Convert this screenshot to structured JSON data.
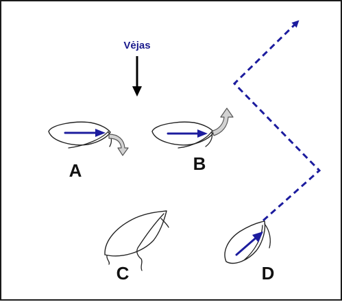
{
  "wind": {
    "label": "Vėjas",
    "arrow_icon": "down-arrow-icon"
  },
  "boats": [
    {
      "id": "A",
      "label": "A",
      "maneuver": "turn-right"
    },
    {
      "id": "B",
      "label": "B",
      "maneuver": "turn-left"
    },
    {
      "id": "C",
      "label": "C",
      "maneuver": "none"
    },
    {
      "id": "D",
      "label": "D",
      "maneuver": "tack-course"
    }
  ],
  "colors": {
    "heading_arrow": "#1c1c9e",
    "course_track": "#1c1c9e",
    "wind_label": "#1a1a8c",
    "turn_arrow": "#d2d2d2",
    "outline": "#222222"
  }
}
